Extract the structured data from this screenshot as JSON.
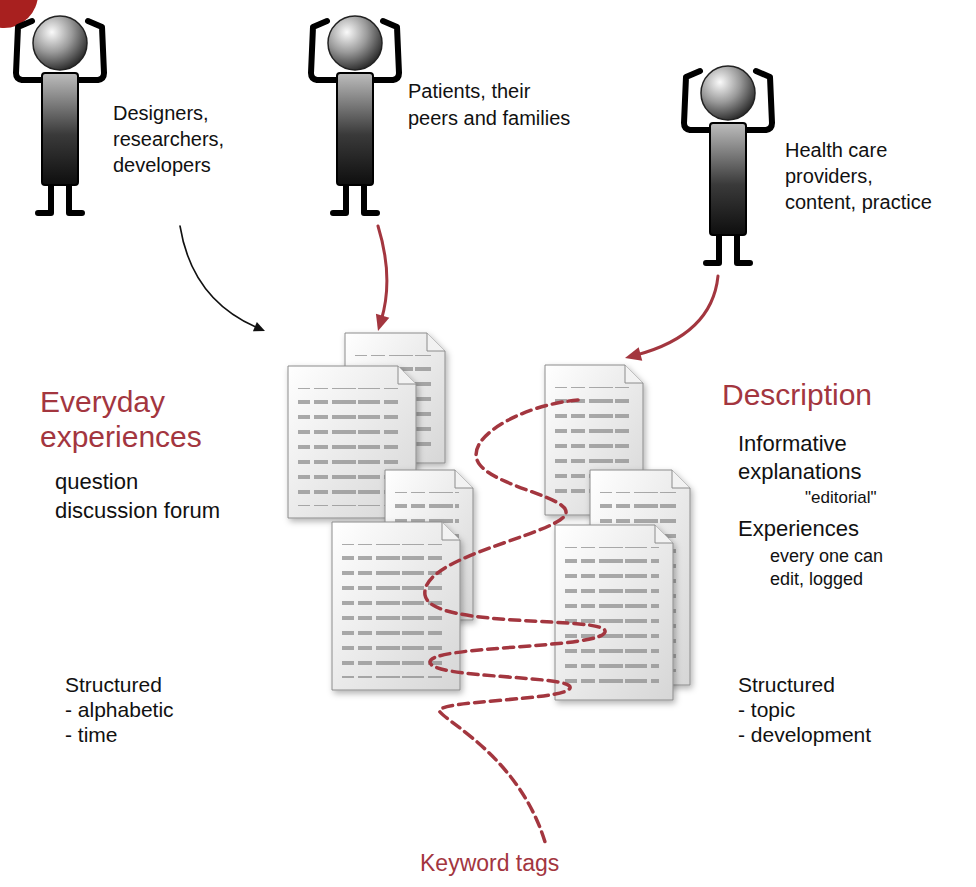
{
  "diagram": {
    "nodes": [
      {
        "text": [
          "Designers, researchers, developers"
        ]
      },
      {
        "text": [
          "Patients, their peers and families"
        ]
      },
      {
        "text": [
          "Health care providers, content, practice"
        ]
      },
      {
        "text": [
          "Everyday experiences",
          "question discussion forum"
        ]
      },
      {
        "text": [
          "Description",
          "Informative explanations",
          "\"editorial\"",
          "Experiences",
          "every one can edit, logged"
        ]
      }
    ],
    "edges": [
      {
        "from": 0,
        "to": 3,
        "arrow": "to"
      },
      {
        "from": 1,
        "to": 3,
        "arrow": "to"
      },
      {
        "from": 2,
        "to": 4,
        "arrow": "to"
      }
    ],
    "labels": [
      "Structured",
      "- alphabetic",
      "- time",
      "Structured",
      "- topic",
      "- development",
      "Keyword tags"
    ]
  }
}
